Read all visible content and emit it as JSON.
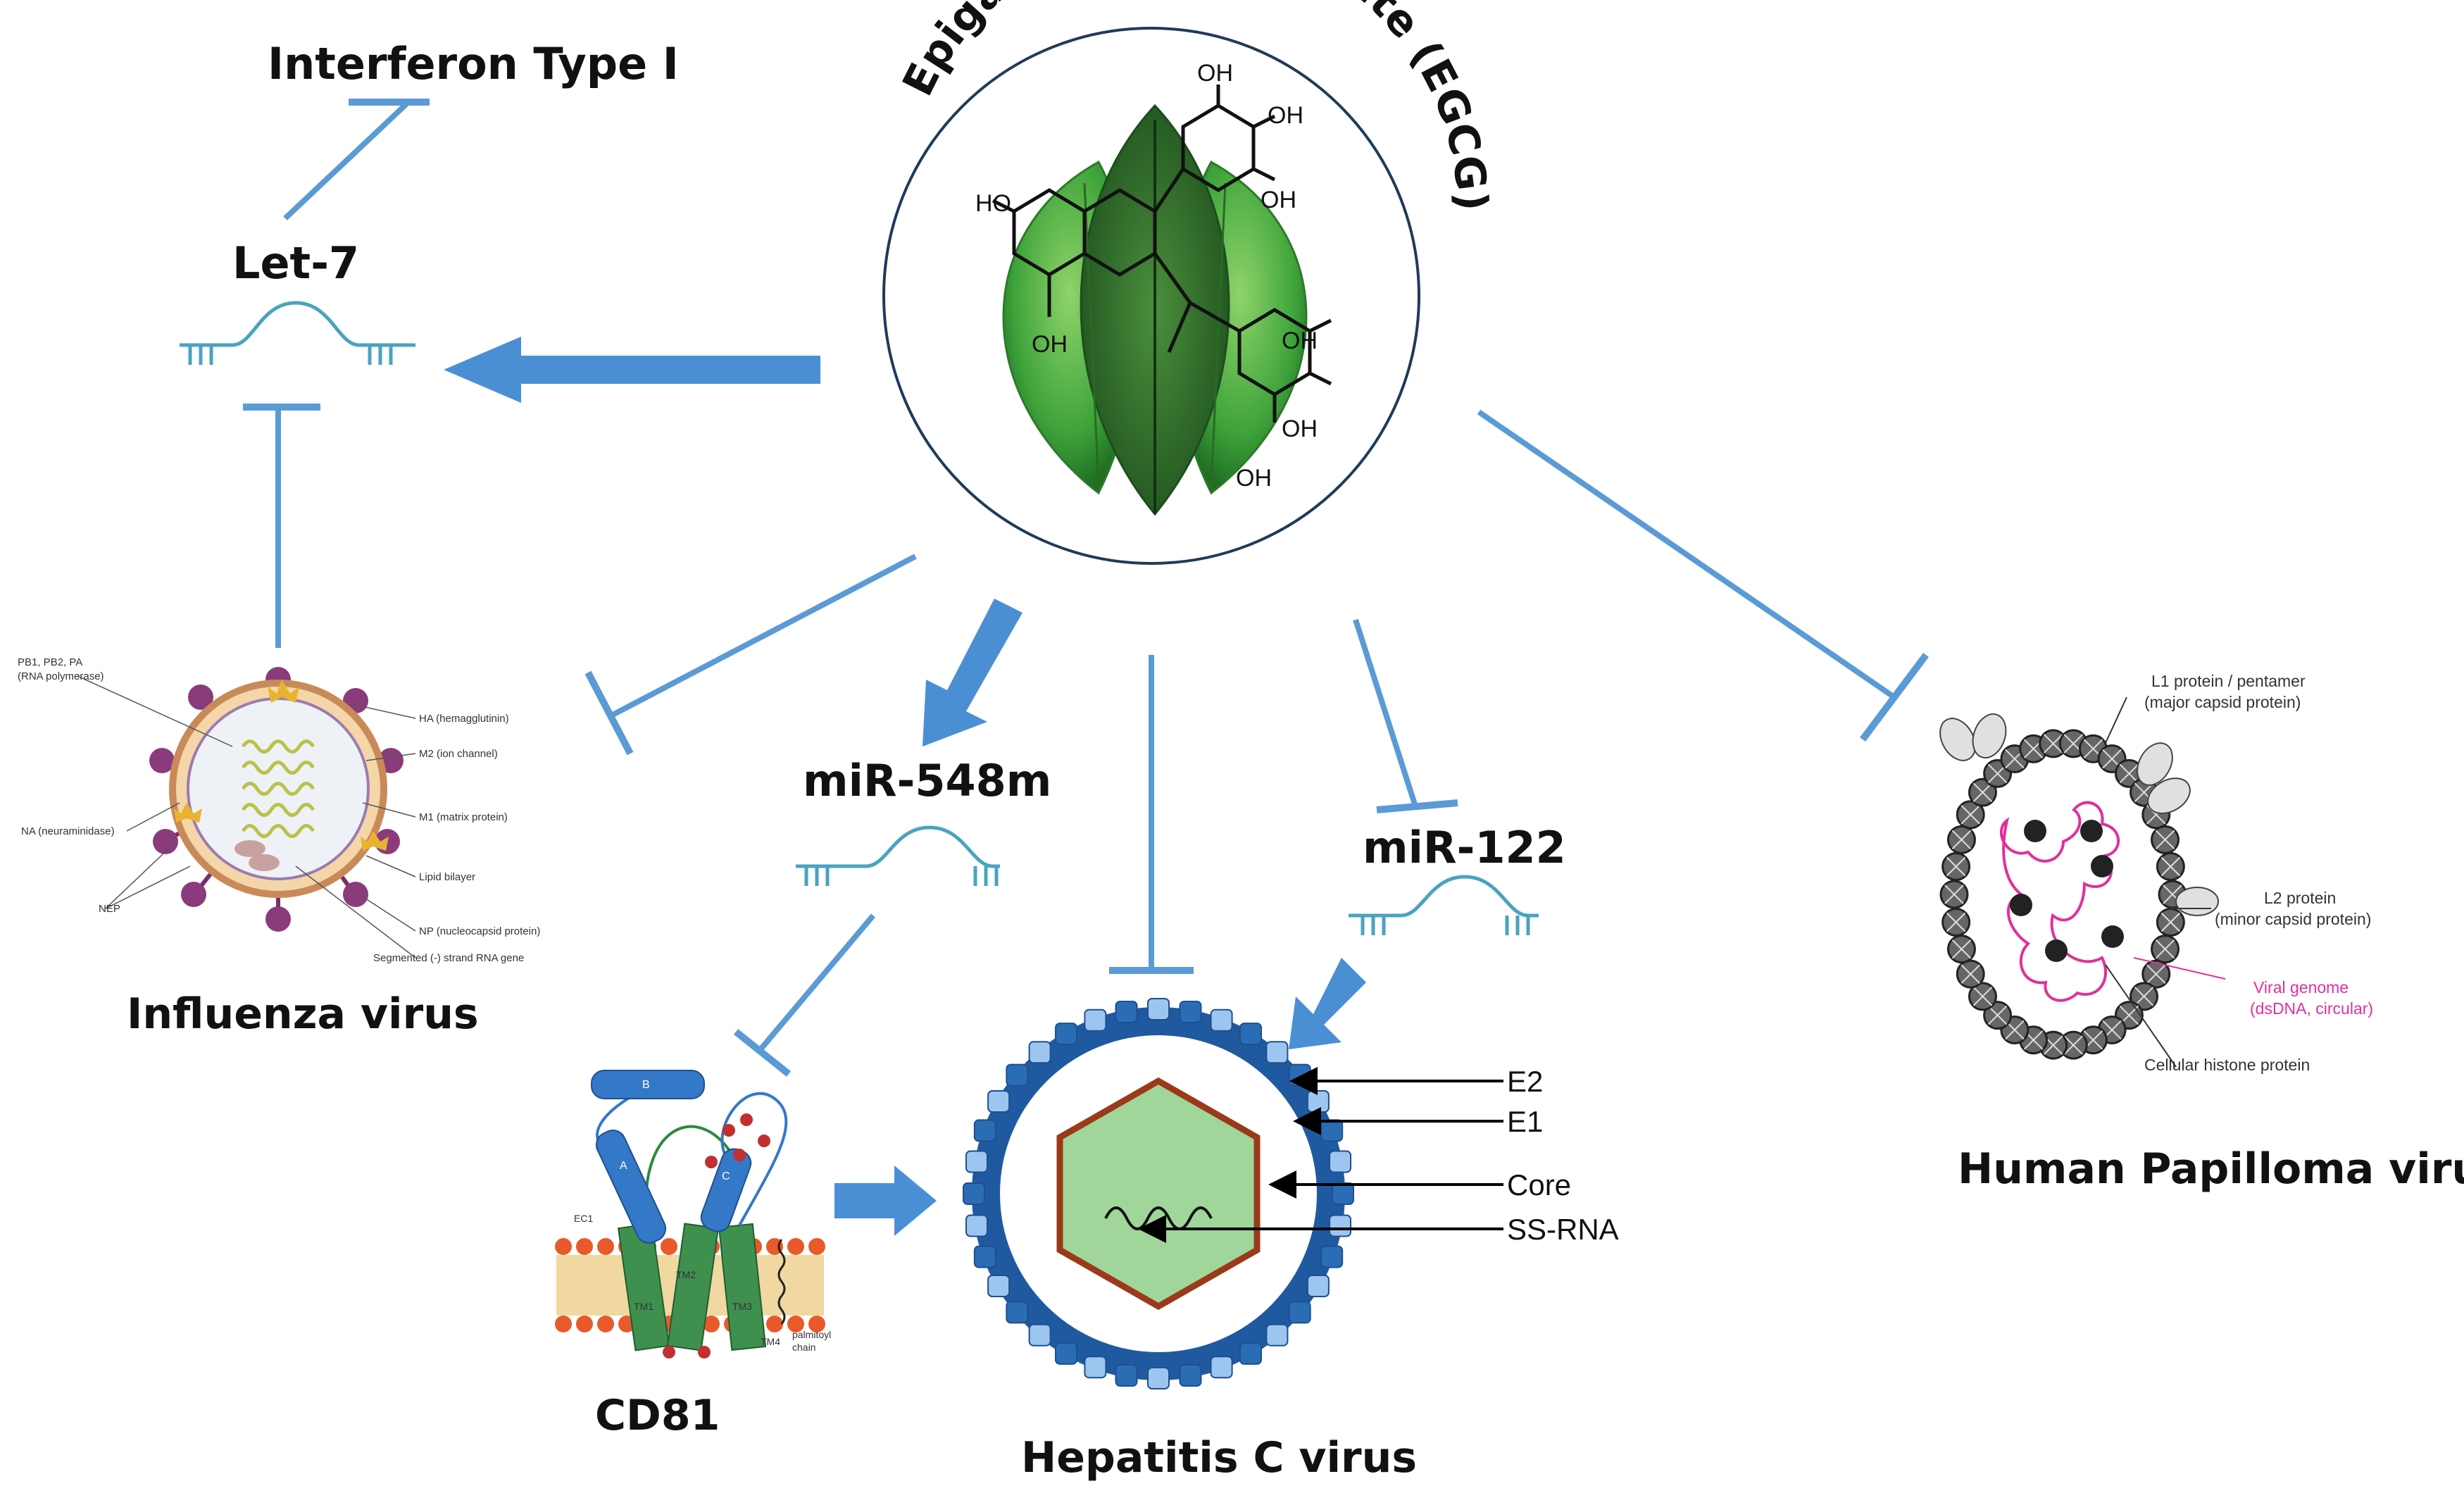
{
  "title": "Epigallocatechin gallate (EGCG)",
  "egcg_hydroxyls": [
    "HO",
    "OH",
    "OH",
    "OH",
    "OH",
    "OH",
    "OH",
    "OH"
  ],
  "mirnas": {
    "let7": "Let-7",
    "mir548m": "miR-548m",
    "mir122": "miR-122"
  },
  "top_target": "Interferon Type I",
  "viruses": {
    "influenza": "Influenza virus",
    "cd81": "CD81",
    "hcv": "Hepatitis C virus",
    "hpv": "Human Papilloma virus"
  },
  "influenza_labels": [
    "PB1, PB2, PA",
    "(RNA polymerase)",
    "HA (hemagglutinin)",
    "M2 (ion channel)",
    "M1 (matrix protein)",
    "Lipid bilayer",
    "NP (nucleocapsid protein)",
    "Segmented (-) strand RNA gene",
    "NA (neuraminidase)",
    "NEP"
  ],
  "cd81_labels": [
    "B",
    "A",
    "C",
    "EC1",
    "TM1",
    "TM2",
    "TM3",
    "TM4",
    "palmitoyl",
    "chain"
  ],
  "hcv_labels": [
    "E2",
    "E1",
    "Core",
    "SS-RNA"
  ],
  "hpv_labels": [
    "L1 protein / pentamer",
    "(major capsid protein)",
    "L2 protein",
    "(minor capsid protein)",
    "Viral genome",
    "(dsDNA, circular)",
    "Cellular histone protein"
  ],
  "colors": {
    "arrow": "#4a8fd4",
    "inhibit": "#5b9bd5",
    "leaf": "#3ea33a",
    "hcv_capsid": "#2a6db5",
    "hcv_core": "#a0d69a",
    "hpv_genome": "#e0309a"
  }
}
